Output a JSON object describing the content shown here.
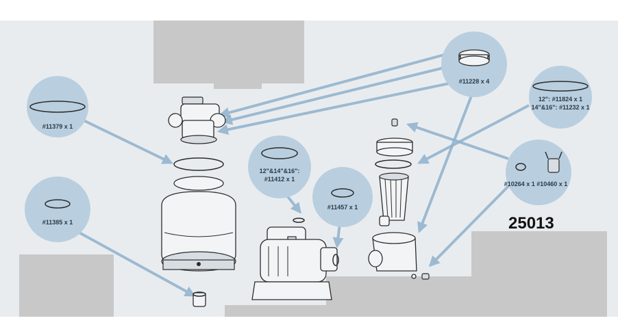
{
  "diagram": {
    "model_number": "25013",
    "callouts": [
      {
        "id": "c1",
        "label": "#11379 x 1"
      },
      {
        "id": "c2",
        "label": "#11385 x 1"
      },
      {
        "id": "c3",
        "label_line1": "12\"&14\"&16\":",
        "label_line2": "#11412 x 1"
      },
      {
        "id": "c4",
        "label": "#11457 x 1"
      },
      {
        "id": "c5",
        "label": "#11228 x 4"
      },
      {
        "id": "c6",
        "label_line1": "12\": #11824 x 1",
        "label_line2": "14\"&16\": #11232 x 1"
      },
      {
        "id": "c7",
        "label": "#10264 x 1 #10460 x 1"
      }
    ],
    "colors": {
      "background": "#e9ecef",
      "callout_circle": "#b9cfdf",
      "arrow": "#8fb2cc",
      "redaction": "#c8c8c8",
      "line_art": "#2b2b2b"
    }
  }
}
